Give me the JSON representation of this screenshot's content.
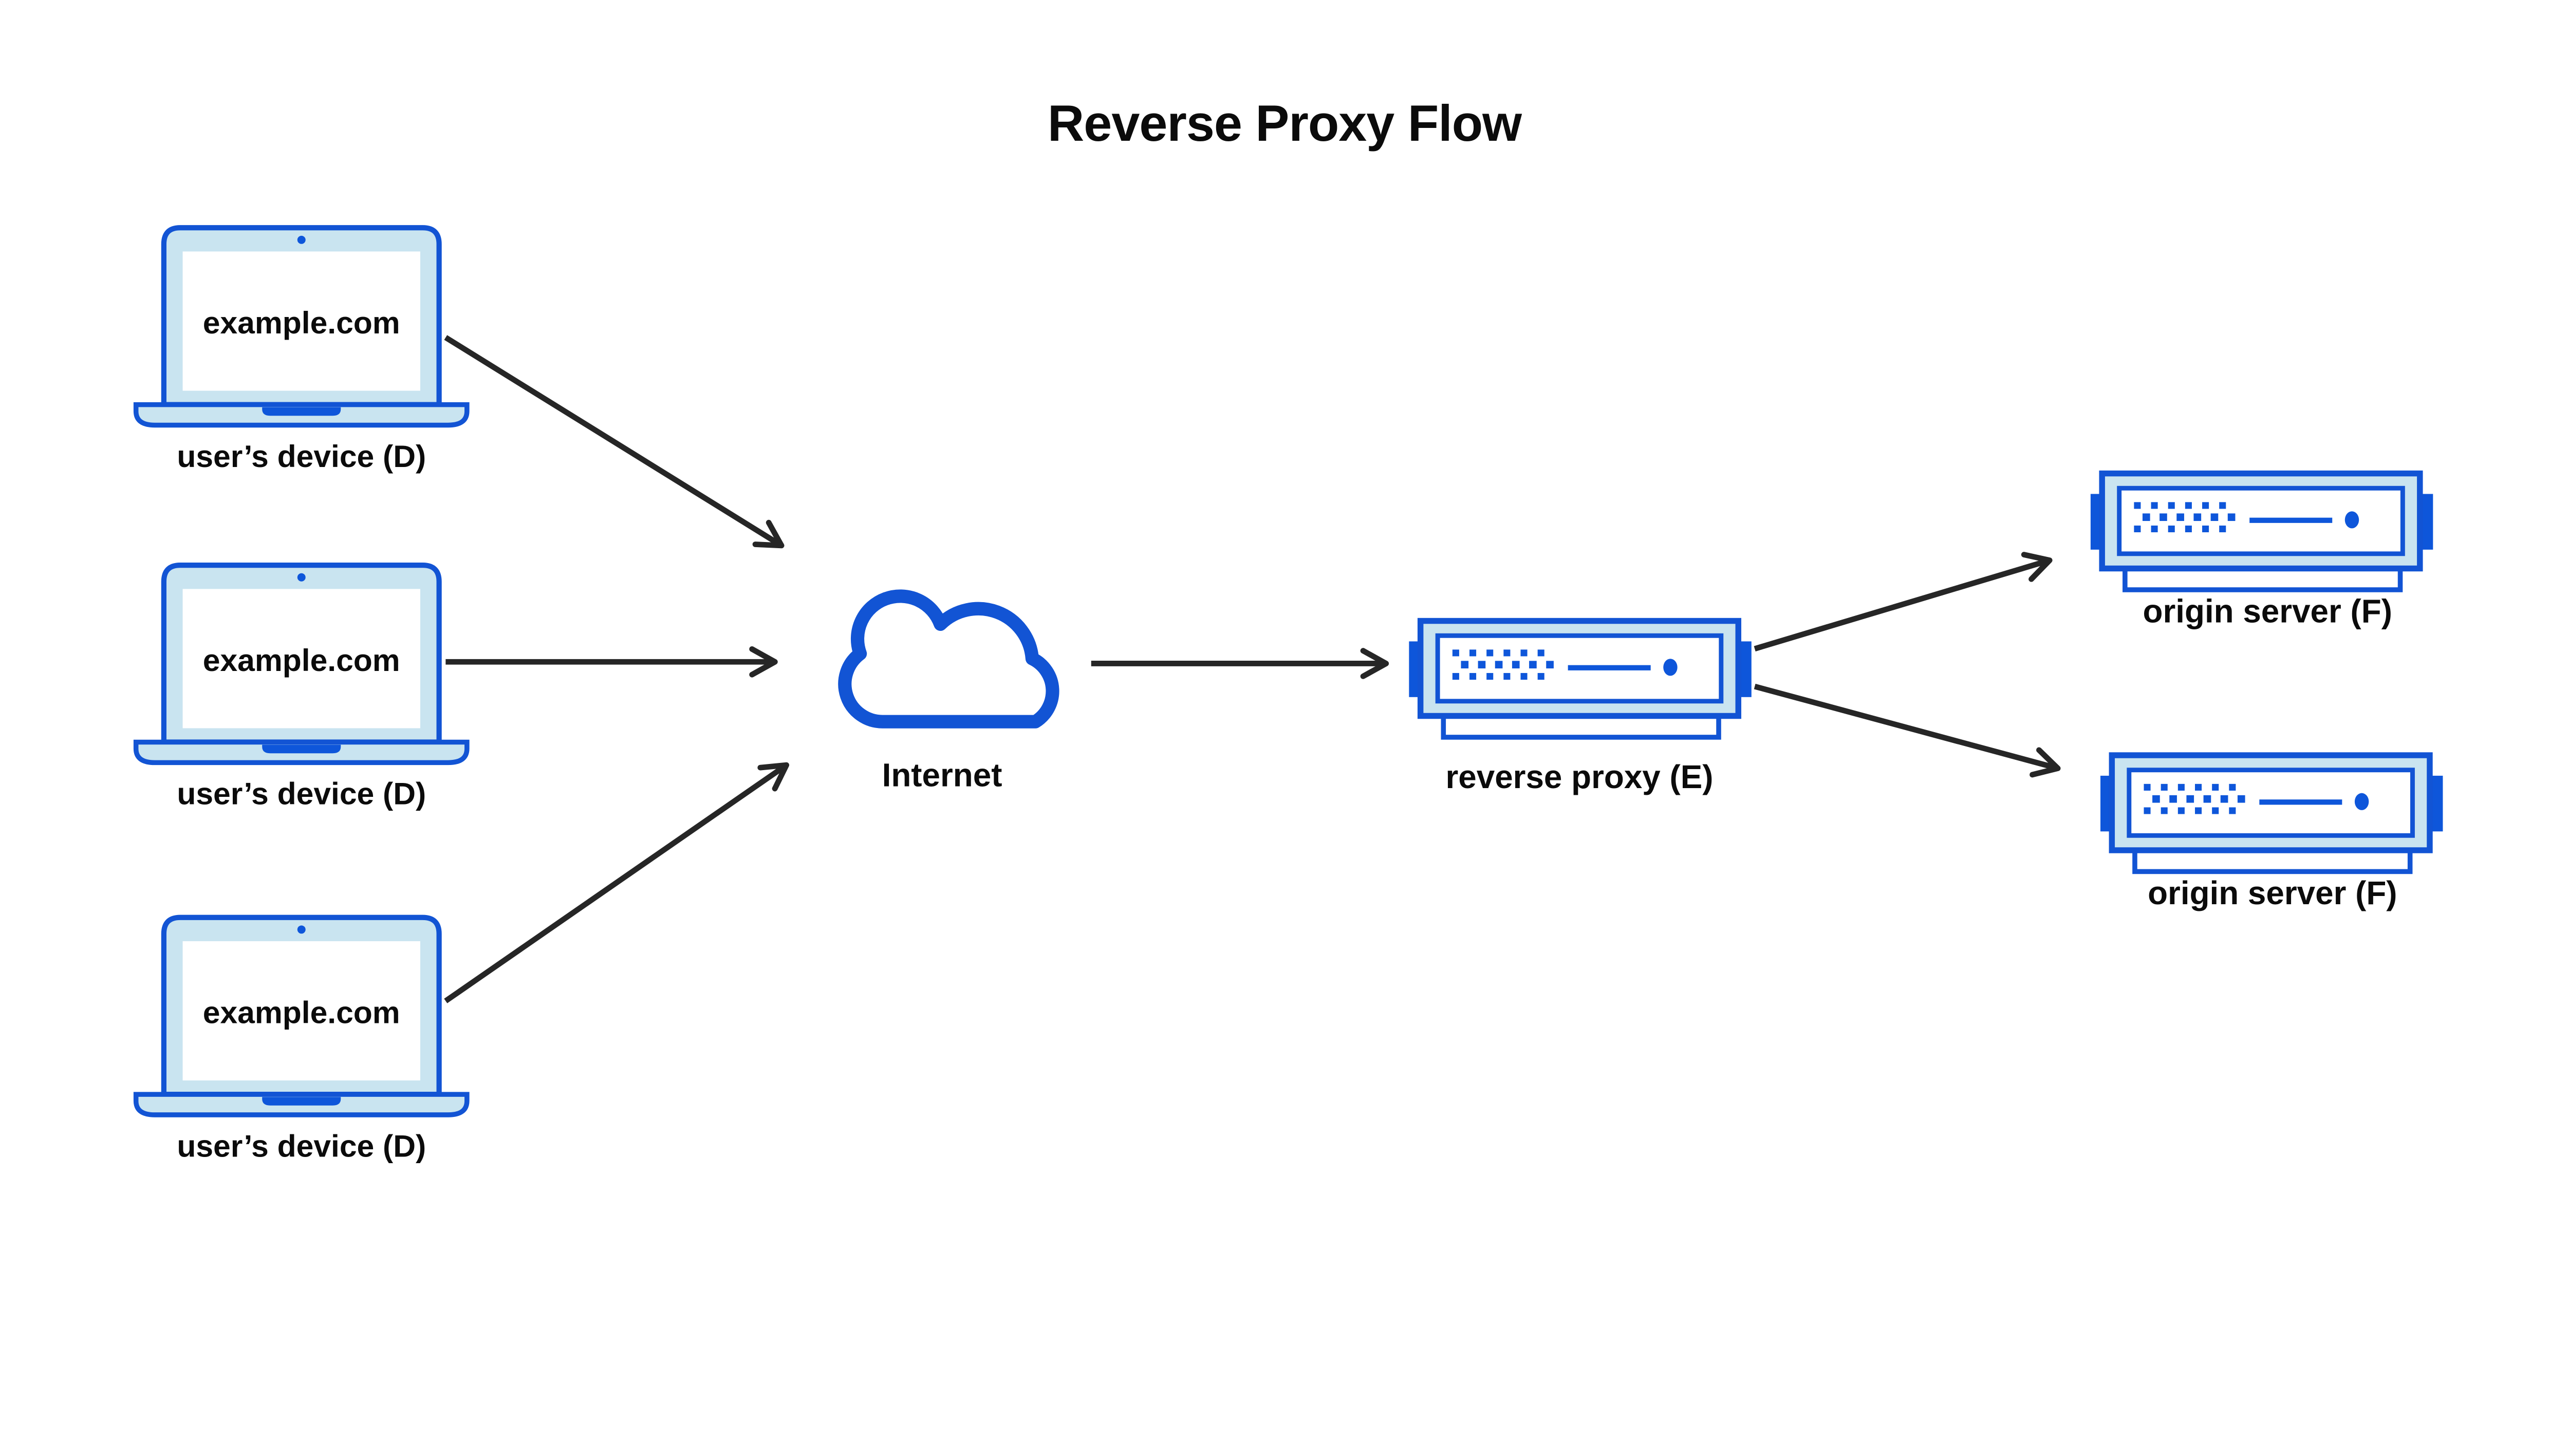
{
  "title": "Reverse Proxy Flow",
  "colors": {
    "primary_blue": "#1254d4",
    "accent_blue": "#0e56da",
    "fill_light_blue": "#c9e4f0",
    "arrow_dark": "#262626",
    "text_black": "#0b0b0b",
    "background": "#ffffff"
  },
  "nodes": {
    "devices": [
      {
        "screen_text": "example.com",
        "label": "user’s device (D)"
      },
      {
        "screen_text": "example.com",
        "label": "user’s device (D)"
      },
      {
        "screen_text": "example.com",
        "label": "user’s device (D)"
      }
    ],
    "internet": {
      "label": "Internet"
    },
    "reverse_proxy": {
      "label": "reverse proxy (E)"
    },
    "origin_servers": [
      {
        "label": "origin server (F)"
      },
      {
        "label": "origin server (F)"
      }
    ]
  },
  "icons": {
    "laptop": "laptop-icon",
    "cloud": "cloud-icon",
    "server": "server-icon",
    "arrow": "arrow-connector"
  },
  "arrows": [
    {
      "from": "user's device (D) top",
      "to": "Internet"
    },
    {
      "from": "user's device (D) middle",
      "to": "Internet"
    },
    {
      "from": "user's device (D) bottom",
      "to": "Internet"
    },
    {
      "from": "Internet",
      "to": "reverse proxy (E)"
    },
    {
      "from": "reverse proxy (E)",
      "to": "origin server (F) top"
    },
    {
      "from": "reverse proxy (E)",
      "to": "origin server (F) bottom"
    }
  ]
}
